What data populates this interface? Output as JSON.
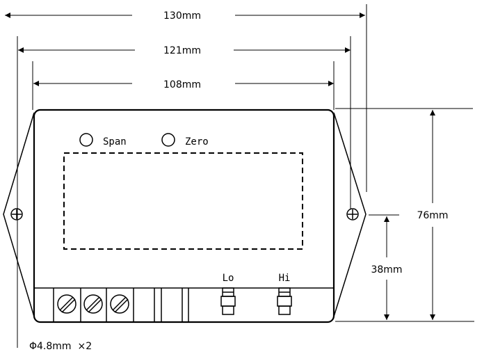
{
  "dimensions": {
    "width_130": "130mm",
    "width_121": "121mm",
    "width_108": "108mm",
    "height_76": "76mm",
    "height_38": "38mm"
  },
  "indicators": {
    "span": "Span",
    "zero": "Zero"
  },
  "terminals": {
    "lo": "Lo",
    "hi": "Hi"
  },
  "hole_note": "Φ4.8mm  ×2"
}
